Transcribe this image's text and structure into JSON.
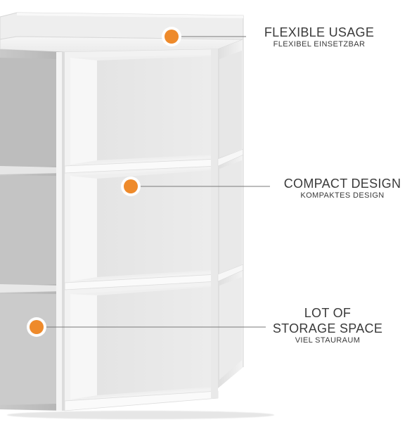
{
  "callouts": [
    {
      "title": "FLEXIBLE USAGE",
      "subtitle": "FLEXIBEL EINSETZBAR"
    },
    {
      "title": "COMPACT DESIGN",
      "subtitle": "KOMPAKTES DESIGN"
    },
    {
      "title_line1": "LOT OF",
      "title_line2": "STORAGE SPACE",
      "subtitle": "VIEL STAURAUM"
    }
  ],
  "colors": {
    "marker_fill": "#ee8a2b",
    "marker_ring": "#ffffff",
    "leader_line": "#7a7a7a",
    "label_text": "#3a3a3a"
  }
}
